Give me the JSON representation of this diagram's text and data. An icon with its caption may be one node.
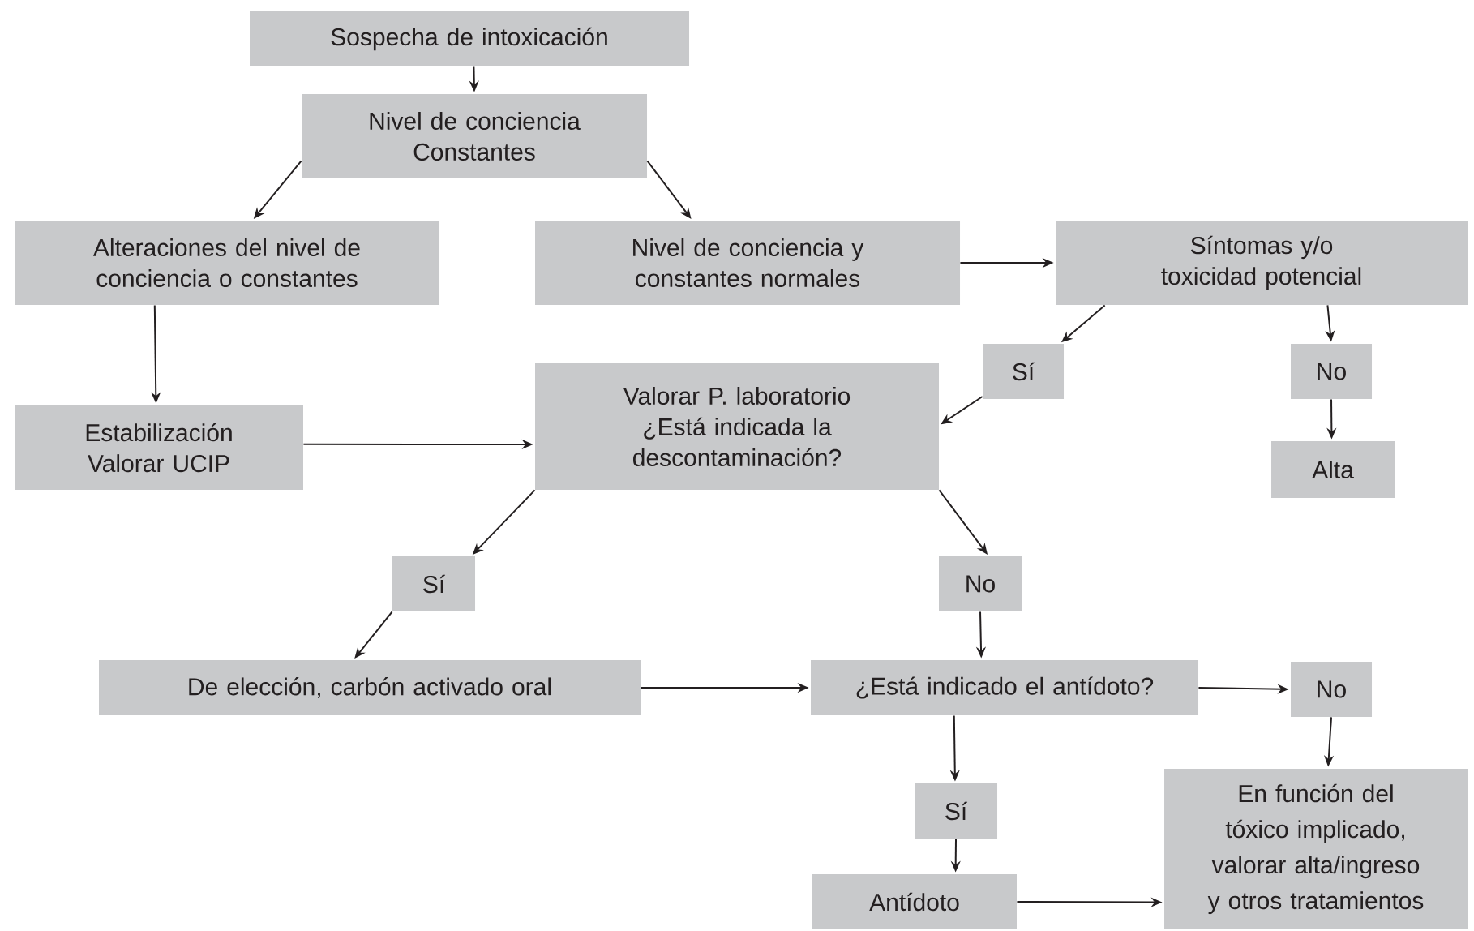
{
  "diagram": {
    "nodes": [
      {
        "text": [
          "Sospecha de intoxicación"
        ]
      },
      {
        "text": [
          "Nivel de conciencia Constantes"
        ]
      },
      {
        "text": [
          "Alteraciones del nivel de conciencia o constantes"
        ]
      },
      {
        "text": [
          "Nivel de conciencia y constantes normales"
        ]
      },
      {
        "text": [
          "Síntomas y/o toxicidad potencial"
        ]
      },
      {
        "text": [
          "Estabilización Valorar UCIP"
        ]
      },
      {
        "text": [
          "Valorar P. laboratorio ¿Está indicada la descontaminación?"
        ]
      },
      {
        "text": [
          "Sí"
        ]
      },
      {
        "text": [
          "No"
        ]
      },
      {
        "text": [
          "Alta"
        ]
      },
      {
        "text": [
          "Sí"
        ]
      },
      {
        "text": [
          "No"
        ]
      },
      {
        "text": [
          "De elección, carbón activado oral"
        ]
      },
      {
        "text": [
          "¿Está indicado el antídoto?"
        ]
      },
      {
        "text": [
          "No"
        ]
      },
      {
        "text": [
          "Sí"
        ]
      },
      {
        "text": [
          "Antídoto"
        ]
      },
      {
        "text": [
          "En función del tóxico implicado, valorar alta/ingreso y otros tratamientos"
        ]
      }
    ],
    "edges": [
      {
        "from": 0,
        "to": 1,
        "arrow": "to"
      },
      {
        "from": 1,
        "to": 2,
        "arrow": "to"
      },
      {
        "from": 1,
        "to": 3,
        "arrow": "to"
      },
      {
        "from": 3,
        "to": 4,
        "arrow": "to"
      },
      {
        "from": 2,
        "to": 5,
        "arrow": "to"
      },
      {
        "from": 5,
        "to": 6,
        "arrow": "to"
      },
      {
        "from": 4,
        "to": 7,
        "arrow": "to"
      },
      {
        "from": 7,
        "to": 6,
        "arrow": "to"
      },
      {
        "from": 4,
        "to": 8,
        "arrow": "to"
      },
      {
        "from": 8,
        "to": 9,
        "arrow": "to"
      },
      {
        "from": 6,
        "to": 10,
        "arrow": "to"
      },
      {
        "from": 6,
        "to": 11,
        "arrow": "to"
      },
      {
        "from": 10,
        "to": 12,
        "arrow": "to"
      },
      {
        "from": 11,
        "to": 13,
        "arrow": "to"
      },
      {
        "from": 12,
        "to": 13,
        "arrow": "to"
      },
      {
        "from": 13,
        "to": 14,
        "arrow": "to"
      },
      {
        "from": 14,
        "to": 17,
        "arrow": "to"
      },
      {
        "from": 13,
        "to": 15,
        "arrow": "to"
      },
      {
        "from": 15,
        "to": 16,
        "arrow": "to"
      },
      {
        "from": 16,
        "to": 17,
        "arrow": "to"
      }
    ]
  }
}
